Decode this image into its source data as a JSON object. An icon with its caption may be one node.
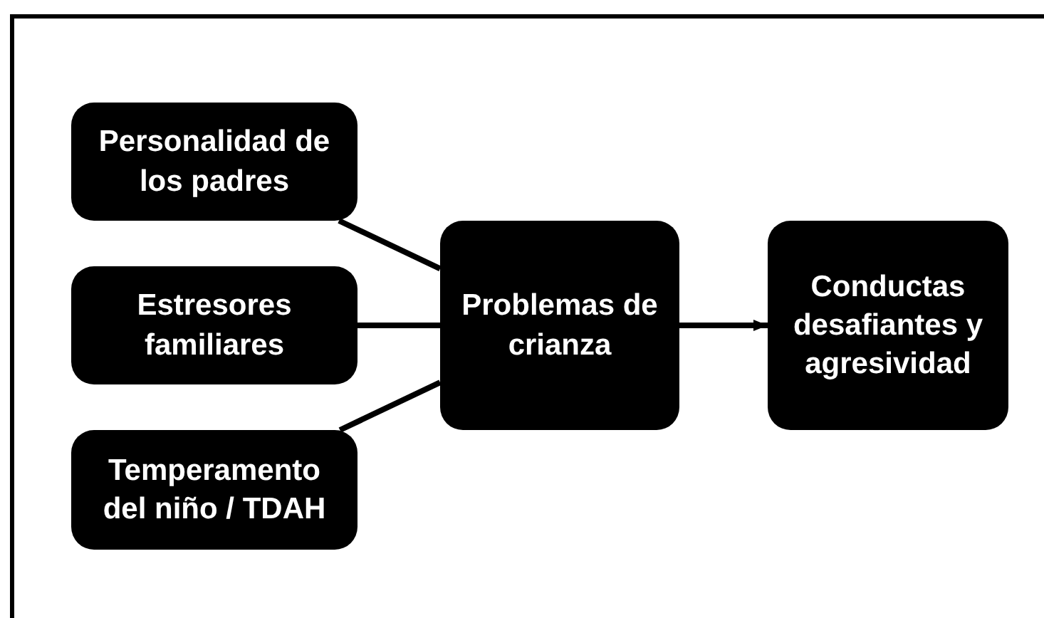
{
  "diagram": {
    "nodes": [
      {
        "text": [
          "Personalidad de los padres"
        ]
      },
      {
        "text": [
          "Estresores familiares"
        ]
      },
      {
        "text": [
          "Temperamento del niño / TDAH"
        ]
      },
      {
        "text": [
          "Problemas de crianza"
        ]
      },
      {
        "text": [
          "Conductas desafiantes y agresividad"
        ]
      }
    ],
    "edges": [
      {
        "from": 0,
        "to": 3,
        "arrow": "none"
      },
      {
        "from": 1,
        "to": 3,
        "arrow": "none"
      },
      {
        "from": 2,
        "to": 3,
        "arrow": "none"
      },
      {
        "from": 3,
        "to": 4,
        "arrow": "to"
      }
    ]
  }
}
